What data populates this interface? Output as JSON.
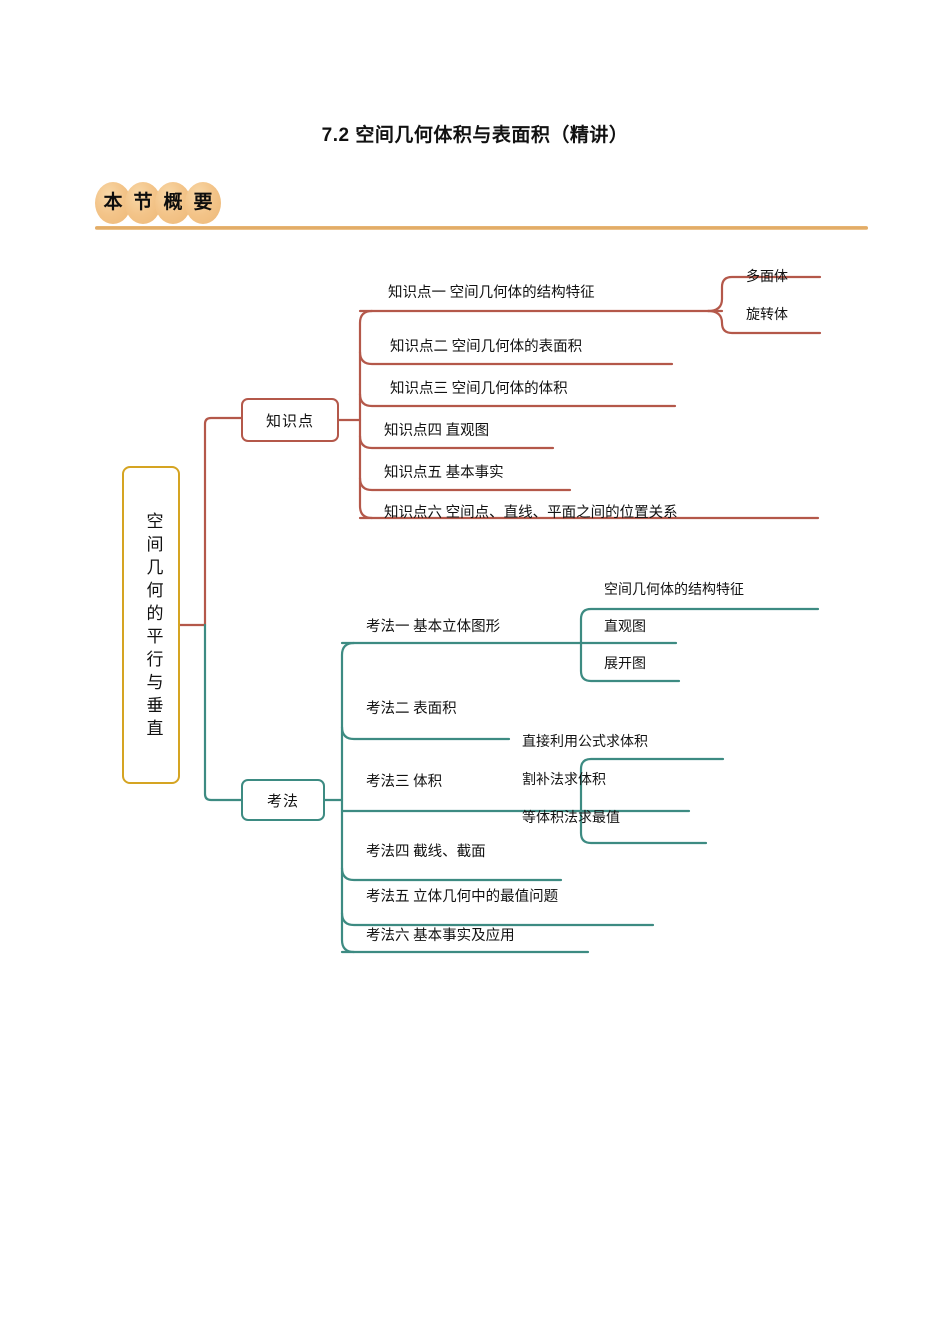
{
  "page": {
    "title": "7.2 空间几何体积与表面积（精讲）"
  },
  "section_badge": {
    "chars": [
      "本",
      "节",
      "概",
      "要"
    ],
    "accent_color": "#e8b878"
  },
  "colors": {
    "root_border": "#d5a422",
    "knowledge_branch": "#b4584a",
    "method_branch": "#3d8b82"
  },
  "mindmap": {
    "root": {
      "label": "空间几何的平行与垂直"
    },
    "branches": [
      {
        "label": "知识点",
        "color": "#b4584a",
        "items": [
          {
            "label": "知识点一  空间几何体的结构特征",
            "children": [
              {
                "label": "多面体"
              },
              {
                "label": "旋转体"
              }
            ]
          },
          {
            "label": "知识点二   空间几何体的表面积",
            "children": []
          },
          {
            "label": "知识点三   空间几何体的体积",
            "children": []
          },
          {
            "label": "知识点四  直观图",
            "children": []
          },
          {
            "label": "知识点五  基本事实",
            "children": []
          },
          {
            "label": "知识点六  空间点、直线、平面之间的位置关系",
            "children": []
          }
        ]
      },
      {
        "label": "考法",
        "color": "#3d8b82",
        "items": [
          {
            "label": "考法一  基本立体图形",
            "children": [
              {
                "label": "空间几何体的结构特征"
              },
              {
                "label": "直观图"
              },
              {
                "label": "展开图"
              }
            ]
          },
          {
            "label": "考法二  表面积",
            "children": []
          },
          {
            "label": "考法三  体积",
            "children": [
              {
                "label": "直接利用公式求体积"
              },
              {
                "label": "割补法求体积"
              },
              {
                "label": "等体积法求最值"
              }
            ]
          },
          {
            "label": "考法四  截线、截面",
            "children": []
          },
          {
            "label": "考法五  立体几何中的最值问题",
            "children": []
          },
          {
            "label": "考法六  基本事实及应用",
            "children": []
          }
        ]
      }
    ]
  }
}
